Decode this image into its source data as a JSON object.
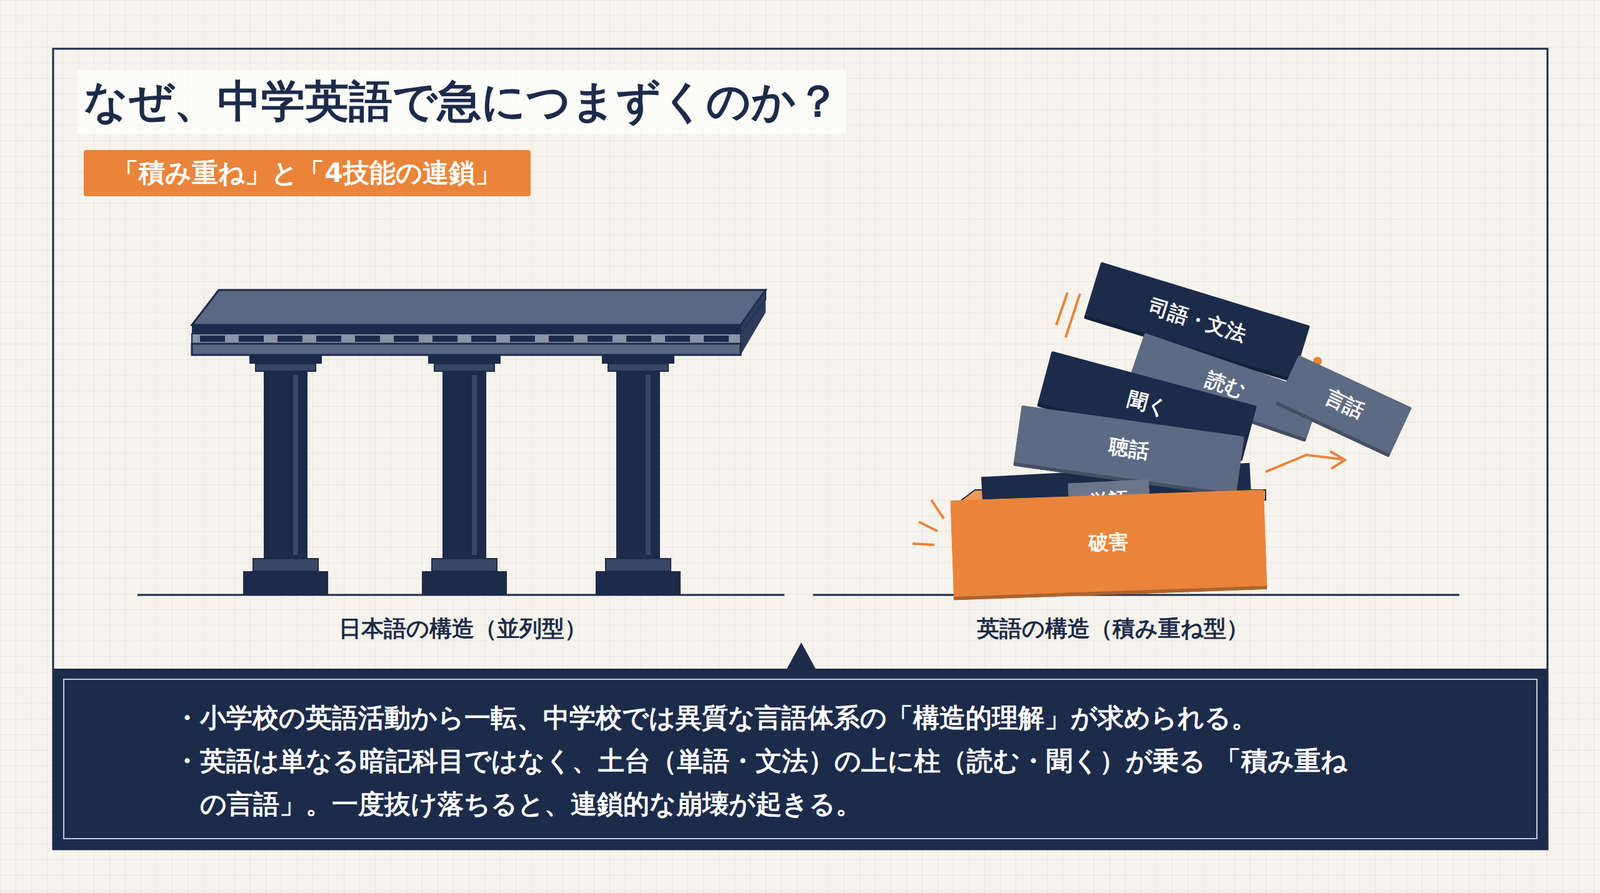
{
  "diagram": {
    "title": "なぜ、中学英語で急につまずくのか？",
    "nodes": [
      {
        "text": [
          "「積み重ね」と「4技能の連鎖」"
        ]
      },
      {
        "text": [
          "司語・文法"
        ]
      },
      {
        "text": [
          "読む"
        ]
      },
      {
        "text": [
          "言話"
        ]
      },
      {
        "text": [
          "聞く"
        ]
      },
      {
        "text": [
          "聴話"
        ]
      },
      {
        "text": [
          "単語"
        ]
      },
      {
        "text": [
          "破害"
        ]
      },
      {
        "text": [
          "・小学校の英語活動から一転、中学校では異質な言語体系の「構造的理解」が求められる。",
          "・英語は単なる暗記科目ではなく、土台（単語・文法）の上に柱（読む・聞く）が乗る 「積み重ねの言語」。一度抜け落ちると、連鎖的な崩壊が起きる。"
        ]
      }
    ],
    "labels": [
      "日本語の構造（並列型）",
      "英語の構造（積み重ね型）"
    ]
  }
}
